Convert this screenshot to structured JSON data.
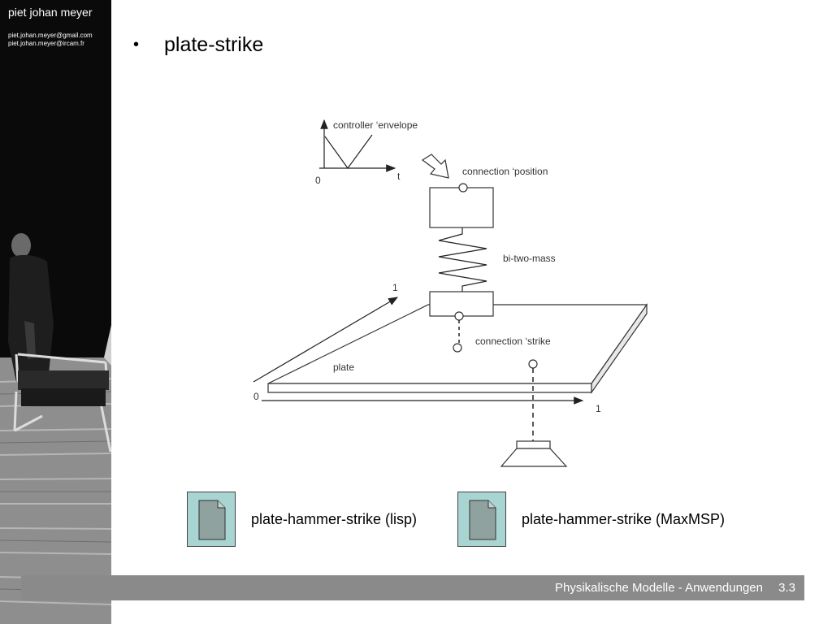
{
  "sidebar": {
    "author_name": "piet johan meyer",
    "emails": [
      "piet.johan.meyer@gmail.com",
      "piet.johan.meyer@ircam.fr"
    ]
  },
  "slide": {
    "bullet": "•",
    "title": "plate-strike"
  },
  "diagram": {
    "labels": {
      "controller_envelope": "controller ‘envelope",
      "axis_zero": "0",
      "axis_t": "t",
      "connection_position": "connection ‘position",
      "bi_two_mass": "bi-two-mass",
      "plate_axis_one_top": "1",
      "connection_strike": "connection ‘strike",
      "plate": "plate",
      "plate_axis_zero": "0",
      "plate_axis_one_right": "1"
    }
  },
  "links": [
    {
      "label": "plate-hammer-strike (lisp)",
      "icon": "document-icon"
    },
    {
      "label": "plate-hammer-strike (MaxMSP)",
      "icon": "document-icon"
    }
  ],
  "footer": {
    "text": "Physikalische Modelle - Anwendungen",
    "page": "3.3"
  },
  "colors": {
    "sidebar_bg": "#0a0a0a",
    "footer_bg": "#8a8a8a",
    "icon_bg": "#a8d4d2"
  }
}
